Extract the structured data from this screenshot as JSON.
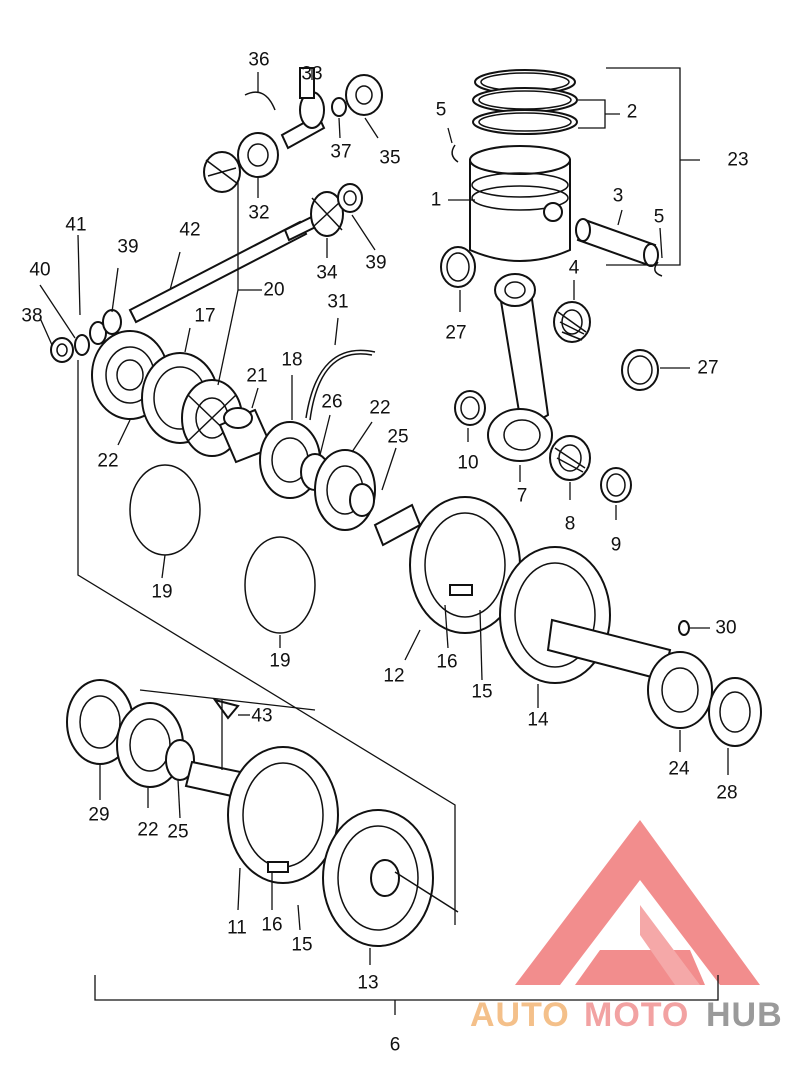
{
  "labels": {
    "n1": "1",
    "n2": "2",
    "n3": "3",
    "n4": "4",
    "n5a": "5",
    "n5b": "5",
    "n6": "6",
    "n7": "7",
    "n8": "8",
    "n9": "9",
    "n10": "10",
    "n11": "11",
    "n12": "12",
    "n13": "13",
    "n14": "14",
    "n15a": "15",
    "n15b": "15",
    "n16a": "16",
    "n16b": "16",
    "n17": "17",
    "n18": "18",
    "n19a": "19",
    "n19b": "19",
    "n20": "20",
    "n21": "21",
    "n22a": "22",
    "n22b": "22",
    "n22c": "22",
    "n23": "23",
    "n24": "24",
    "n25a": "25",
    "n25b": "25",
    "n26": "26",
    "n27a": "27",
    "n27b": "27",
    "n28": "28",
    "n29": "29",
    "n30": "30",
    "n31": "31",
    "n32": "32",
    "n33": "33",
    "n34": "34",
    "n35": "35",
    "n36": "36",
    "n37": "37",
    "n38": "38",
    "n39a": "39",
    "n39b": "39",
    "n40": "40",
    "n41": "41",
    "n42": "42",
    "n43": "43"
  },
  "watermark": {
    "auto": "AUTO",
    "moto": "MOTO",
    "hub": "HUB",
    "color_auto": "#f4c08a",
    "color_moto": "#f2a2a2",
    "color_hub": "#9a9a9a",
    "logo_color": "#f07a7a"
  }
}
